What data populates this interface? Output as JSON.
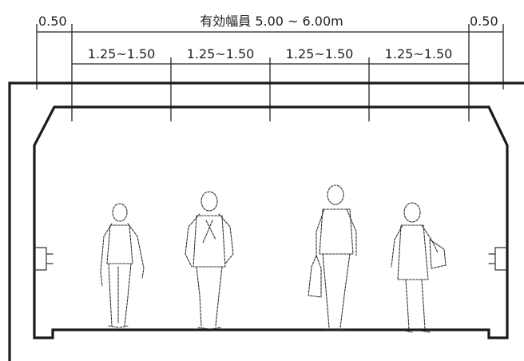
{
  "dimensions": {
    "left_margin": "0.50",
    "right_margin": "0.50",
    "effective_width": "有効幅員 5.00 ~ 6.00m",
    "lanes": [
      "1.25~1.50",
      "1.25~1.50",
      "1.25~1.50",
      "1.25~1.50"
    ]
  },
  "figures": [
    {
      "name": "pedestrian-figure-1"
    },
    {
      "name": "pedestrian-figure-2"
    },
    {
      "name": "pedestrian-figure-3"
    },
    {
      "name": "pedestrian-figure-4"
    }
  ]
}
